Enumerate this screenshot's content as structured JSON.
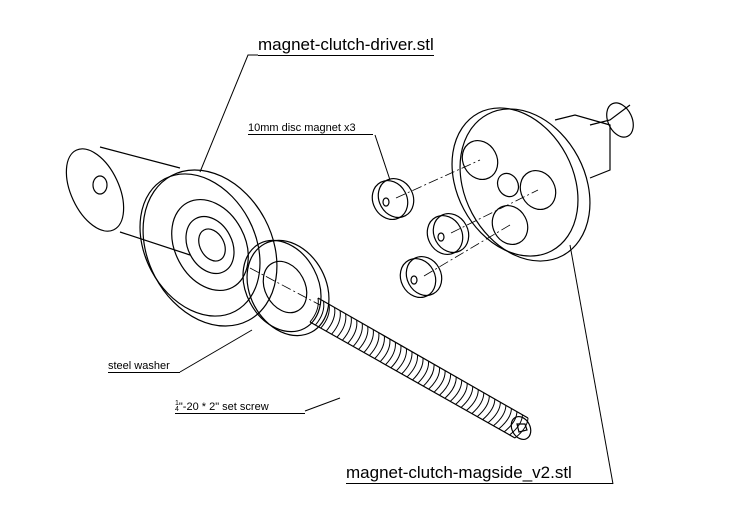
{
  "labels": {
    "driver": "magnet-clutch-driver.stl",
    "magnets": "10mm disc magnet  x3",
    "washer": "steel washer",
    "screw_num": "1",
    "screw_den": "4",
    "screw_rest": "\"-20 * 2\" set screw",
    "magside": "magnet-clutch-magside_v2.stl"
  }
}
